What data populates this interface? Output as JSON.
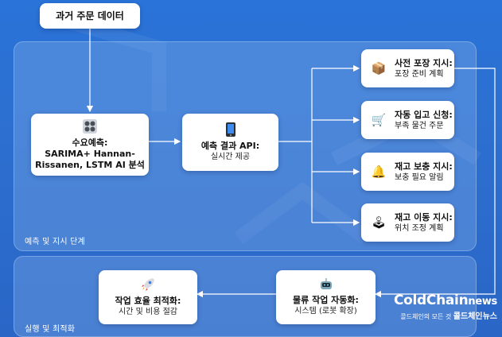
{
  "top_node": {
    "title": "과거 주문 데이터"
  },
  "panels": {
    "forecast": {
      "label": "예측 및 지시 단계"
    },
    "execution": {
      "label": "실행 및 최적화"
    }
  },
  "forecast_node": {
    "icon": "cluster-icon",
    "title": "수요예측:",
    "lines": [
      "SARIMA+ Hannan-",
      "Rissanen, LSTM AI 분석"
    ]
  },
  "api_node": {
    "icon": "phone-icon",
    "title": "예측 결과 API:",
    "sub": "실시간 제공"
  },
  "tasks": [
    {
      "icon": "package-icon",
      "glyph": "📦",
      "title": "사전 포장 지시:",
      "sub": "포장 준비 계획"
    },
    {
      "icon": "cart-icon",
      "glyph": "🛒",
      "title": "자동 입고 신청:",
      "sub": "부족 물건 주문"
    },
    {
      "icon": "bell-icon",
      "glyph": "🔔",
      "title": "재고 보충 지시:",
      "sub": "보충 필요 알림"
    },
    {
      "icon": "joystick-icon",
      "glyph": "🕹",
      "title": "재고 이동 지시:",
      "sub": "위치 조정 계획"
    }
  ],
  "automation_node": {
    "icon": "robot-icon",
    "title": "물류 작업 자동화:",
    "sub": "시스템 (로봇 확장)"
  },
  "efficiency_node": {
    "icon": "rocket-icon",
    "title": "작업 효율 최적화:",
    "sub": "시간 및 비용 절감"
  },
  "watermark": {
    "brand_main": "ColdChain",
    "brand_suffix": "news",
    "tagline_small": "콜드체인의 모든 것",
    "tagline_big": "콜드체인뉴스"
  }
}
